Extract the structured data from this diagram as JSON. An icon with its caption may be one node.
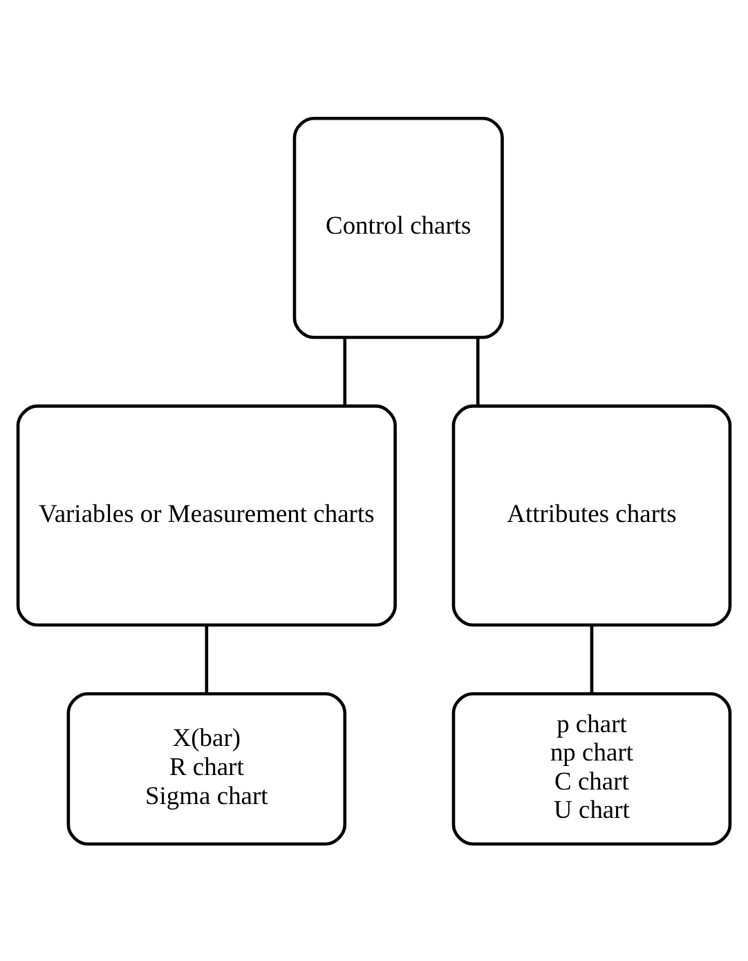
{
  "diagram": {
    "nodes": [
      {
        "text": [
          "Control charts"
        ]
      },
      {
        "text": [
          "Variables or Measurement charts"
        ]
      },
      {
        "text": [
          "Attributes charts"
        ]
      },
      {
        "text": [
          "X(bar)",
          "R chart",
          "Sigma chart"
        ]
      },
      {
        "text": [
          "p chart",
          "np chart",
          "C chart",
          "U chart"
        ]
      }
    ],
    "edges": [
      {
        "from": 0,
        "to": 1,
        "arrow": "none"
      },
      {
        "from": 0,
        "to": 2,
        "arrow": "none"
      },
      {
        "from": 1,
        "to": 3,
        "arrow": "none"
      },
      {
        "from": 2,
        "to": 4,
        "arrow": "none"
      }
    ]
  }
}
